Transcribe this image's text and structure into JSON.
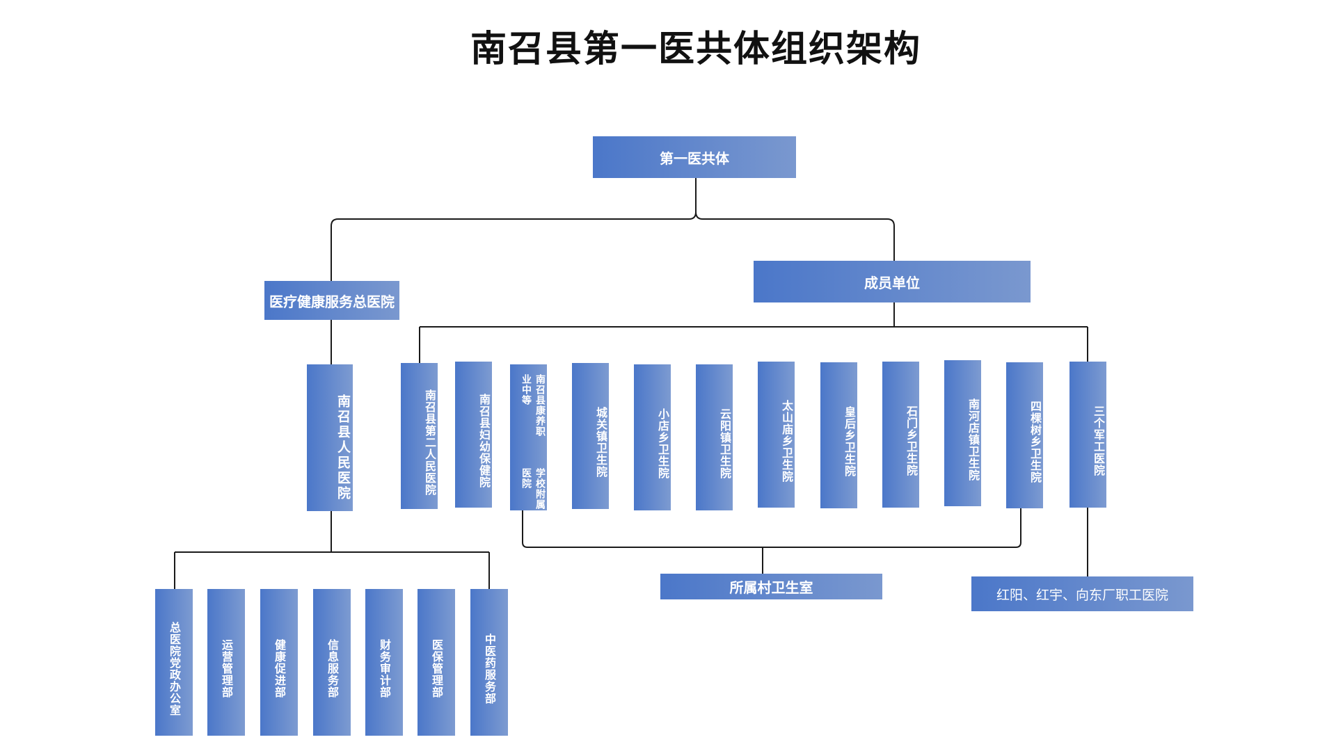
{
  "title": "南召县第一医共体组织架构",
  "root": "第一医共体",
  "branch_left": "医疗健康服务总医院",
  "branch_right": "成员单位",
  "people_hospital": "南召县人民医院",
  "departments": [
    "总医院党政办公室",
    "运营管理部",
    "健康促进部",
    "信息服务部",
    "财务审计部",
    "医保管理部",
    "中医药服务部"
  ],
  "members": {
    "m1": "南召县第二人民医院",
    "m2": "南召县妇幼保健院",
    "m3_col1": "南召县康养职业中等",
    "m3_col2": "学校附属医院",
    "m4": "城关镇卫生院",
    "m5": "小店乡卫生院",
    "m6": "云阳镇卫生院",
    "m7": "太山庙乡卫生院",
    "m8": "皇后乡卫生院",
    "m9": "石门乡卫生院",
    "m10": "南河店镇卫生院",
    "m11": "四棵树乡卫生院",
    "m12": "三个军工医院"
  },
  "village_clinics": "所属村卫生室",
  "factory_hospitals": "红阳、红宇、向东厂职工医院",
  "colors": {
    "box_start": "#4b77c9",
    "box_end": "#7a98cf",
    "line": "#1a1a1a"
  }
}
